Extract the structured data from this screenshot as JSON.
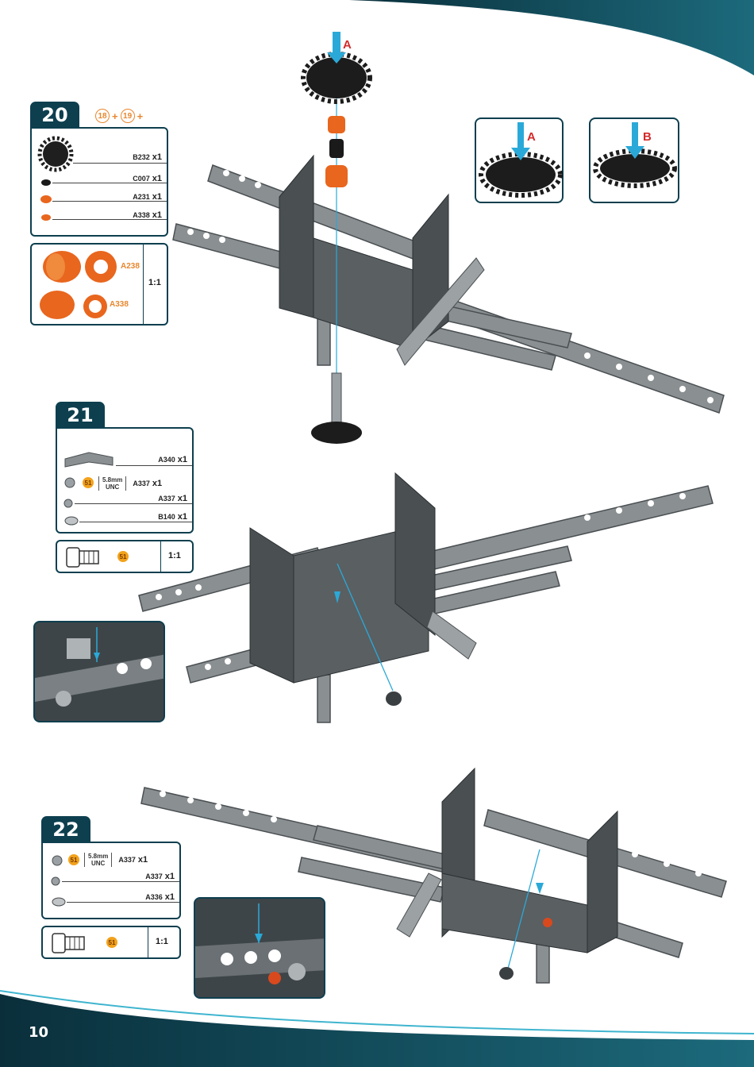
{
  "page_number": "10",
  "colors": {
    "brand_teal": "#0d3f4f",
    "accent_orange": "#e8872e",
    "arrow_blue": "#2aa9d8",
    "letter_red": "#d22a2a"
  },
  "callouts": [
    {
      "letter": "A"
    },
    {
      "letter": "B"
    }
  ],
  "assembly_letter": "A",
  "steps": [
    {
      "number": "20",
      "refs": [
        "18",
        "19"
      ],
      "parts": [
        {
          "code": "B232",
          "qty": "x1"
        },
        {
          "code": "C007",
          "qty": "x1"
        },
        {
          "code": "A231",
          "qty": "x1"
        },
        {
          "code": "A338",
          "qty": "x1"
        }
      ],
      "scale_labels": [
        "A238",
        "A338"
      ],
      "scale": "1:1"
    },
    {
      "number": "21",
      "parts": [
        {
          "code": "A340",
          "qty": "x1"
        },
        {
          "code": "A337",
          "qty": "x1",
          "spec_size": "5.8mm",
          "spec_thread": "UNC"
        },
        {
          "code": "A337",
          "qty": "x1"
        },
        {
          "code": "B140",
          "qty": "x1"
        }
      ],
      "badge": "51",
      "scale": "1:1"
    },
    {
      "number": "22",
      "parts": [
        {
          "code": "A337",
          "qty": "x1",
          "spec_size": "5.8mm",
          "spec_thread": "UNC"
        },
        {
          "code": "A337",
          "qty": "x1"
        },
        {
          "code": "A336",
          "qty": "x1"
        }
      ],
      "badge": "51",
      "scale": "1:1"
    }
  ]
}
